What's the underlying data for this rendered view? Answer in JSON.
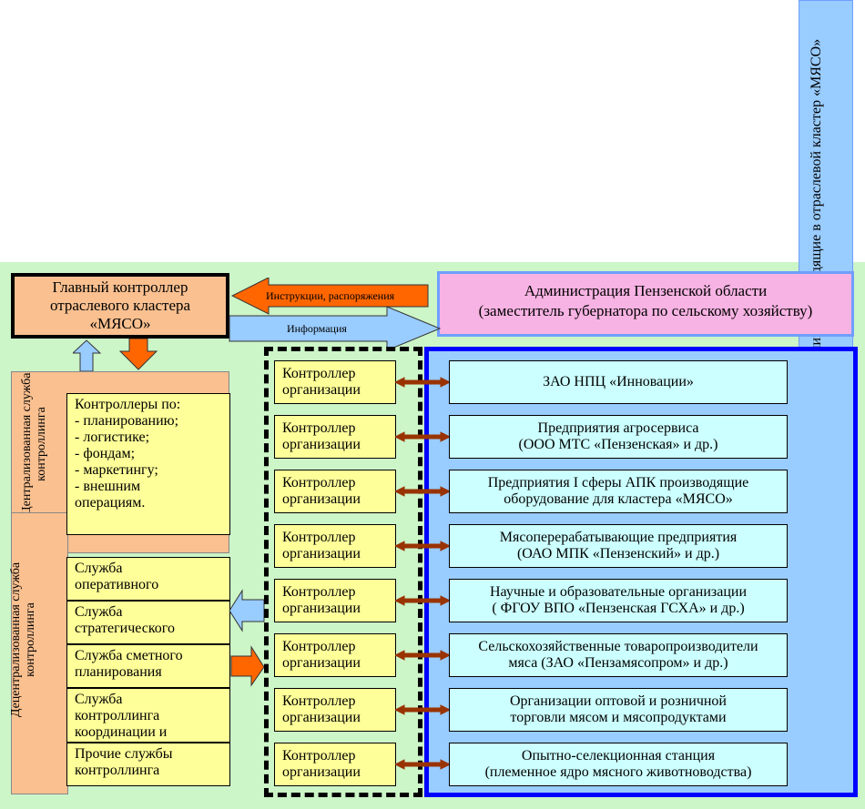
{
  "main_controller": {
    "line1": "Главный контроллер",
    "line2": "отраслевого кластера",
    "line3": "«МЯСО»"
  },
  "administration": {
    "line1": "Администрация Пензенской области",
    "line2": "(заместитель губернатора по сельскому хозяйству)"
  },
  "arrows": {
    "instructions": "Инструкции, распоряжения",
    "information": "Информация"
  },
  "right_label": "Организации, входящие в отраслевой кластер «МЯСО»",
  "centralized": {
    "label_line1": "Централизованная служба",
    "label_line2": "контроллинга",
    "controllers_title": "Контроллеры по:",
    "items": [
      "- планированию;",
      "- логистике;",
      "- фондам;",
      "- маркетингу;",
      "- внешним",
      "операциям."
    ]
  },
  "decentralized": {
    "label_line1": "Децентрализованная служба",
    "label_line2": "контроллинга",
    "services": [
      {
        "line1": "Служба",
        "line2": "оперативного"
      },
      {
        "line1": "Служба",
        "line2": "стратегического"
      },
      {
        "line1": "Служба сметного",
        "line2": "планирования"
      },
      {
        "line1": "Служба",
        "line2": "контроллинга",
        "line3": "координации и"
      },
      {
        "line1": "Прочие службы",
        "line2": "контроллинга"
      }
    ]
  },
  "org_controller": {
    "line1": "Контроллер",
    "line2": "организации"
  },
  "organizations": [
    {
      "line1": "ЗАО НПЦ «Инновации»"
    },
    {
      "line1": "Предприятия агросервиса",
      "line2": "(ООО МТС «Пензенская» и др.)"
    },
    {
      "line1": "Предприятия I сферы АПК производящие",
      "line2": "оборудование для кластера «МЯСО»"
    },
    {
      "line1": "Мясоперерабатывающие предприятия",
      "line2": "(ОАО МПК «Пензенский» и др.)"
    },
    {
      "line1": "Научные и образовательные организации",
      "line2": "( ФГОУ ВПО «Пензенская ГСХА» и др.)"
    },
    {
      "line1": "Сельскохозяйственные товаропроизводители",
      "line2": "мяса (ЗАО «Пензамясопром»  и др.)"
    },
    {
      "line1": "Организации оптовой и розничной",
      "line2": "торговли мясом и мясопродуктами"
    },
    {
      "line1": "Опытно-селекционная станция",
      "line2": "(племенное ядро мясного животноводства)"
    }
  ],
  "colors": {
    "background": "#ccf5c8",
    "orange_box": "#fac090",
    "yellow_box": "#ffff99",
    "blue_panel": "#99ccff",
    "cyan_box": "#ccffff",
    "pink_box": "#f7b3e3",
    "arrow_orange": "#ff6600",
    "arrow_blue": "#99ccff",
    "connector_brown": "#993300"
  }
}
